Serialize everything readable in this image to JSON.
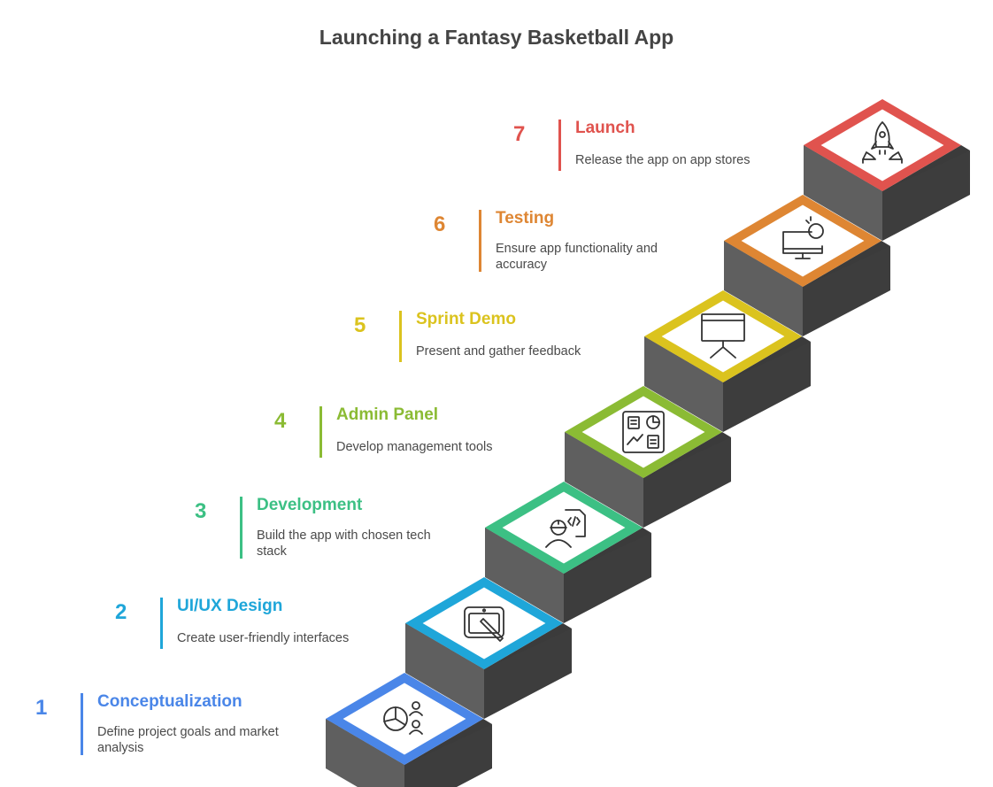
{
  "title": "Launching a Fantasy Basketball App",
  "steps": [
    {
      "number": "1",
      "title": "Conceptualization",
      "description": "Define project goals and market analysis",
      "color": "#4A86E8",
      "icon": "pie-chart-people-icon"
    },
    {
      "number": "2",
      "title": "UI/UX Design",
      "description": "Create user-friendly interfaces",
      "color": "#1FA6D9",
      "icon": "design-tablet-pen-icon"
    },
    {
      "number": "3",
      "title": "Development",
      "description": "Build the app with chosen tech stack",
      "color": "#3CC084",
      "icon": "developer-code-icon"
    },
    {
      "number": "4",
      "title": "Admin Panel",
      "description": "Develop management tools",
      "color": "#8BBB34",
      "icon": "dashboard-panel-icon"
    },
    {
      "number": "5",
      "title": "Sprint Demo",
      "description": "Present and gather feedback",
      "color": "#DBC31E",
      "icon": "presentation-board-icon"
    },
    {
      "number": "6",
      "title": "Testing",
      "description": "Ensure app functionality and accuracy",
      "color": "#DE8633",
      "icon": "monitor-bug-icon"
    },
    {
      "number": "7",
      "title": "Launch",
      "description": "Release the app on app stores",
      "color": "#E0534E",
      "icon": "rocket-launch-icon"
    }
  ]
}
